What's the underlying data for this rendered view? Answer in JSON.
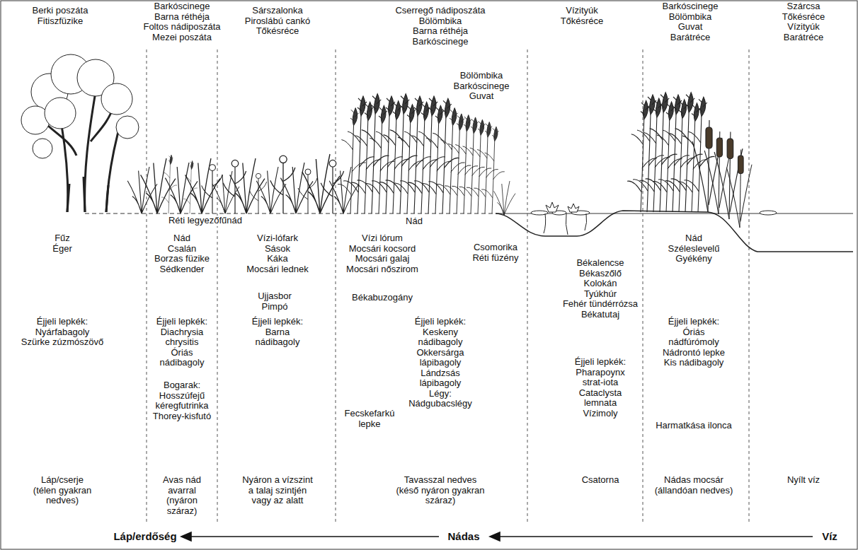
{
  "diagram": {
    "labels": [
      "Berki poszáta",
      "Fitiszfüzike",
      "Barkóscinege",
      "Barna réthéja",
      "Foltos nádiposzáta",
      "Mezei poszáta",
      "Sárszalonka",
      "Piroslábú cankó",
      "Tőkésréce",
      "Cserregő nádiposzáta",
      "Bölömbika",
      "Barna réthéja",
      "Barkóscinege",
      "Bölömbika",
      "Barkóscinege",
      "Guvat",
      "Vízityúk",
      "Tőkésréce",
      "Barkóscinege",
      "Bölömbika",
      "Guvat",
      "Barátréce",
      "Szárcsa",
      "Tőkésréce",
      "Vízityúk",
      "Barátréce",
      "Réti legyezőfűnád",
      "Nád",
      "Fűz",
      "Éger",
      "Nád",
      "Csalán",
      "Borzas füzike",
      "Sédkender",
      "Vízi-lófark",
      "Sások",
      "Káka",
      "Mocsári lednek",
      "Ujjasbor",
      "Pimpó",
      "Vízi lórum",
      "Mocsári kocsord",
      "Mocsári galaj",
      "Mocsári nőszirom",
      "Békabuzogány",
      "Csomorika",
      "Réti füzény",
      "Békalencse",
      "Békaszőlő",
      "Kolokán",
      "Tyúkhúr",
      "Fehér tündérrózsa",
      "Békatutaj",
      "Nád",
      "Széleslevelű Gyékény",
      "Éjjeli lepkék:",
      "Nyárfabagoly",
      "Szürke zúzmószövő",
      "Éjjeli lepkék:",
      "Diachrysia chrysitis",
      "Óriás nádibagoly",
      "Bogarak:",
      "Hosszúfejű kéregfutrinka",
      "Thorey-kisfutó",
      "Éjjeli lepkék:",
      "Barna nádibagoly",
      "Éjjeli lepkék:",
      "Keskeny nádibagoly",
      "Okkersárga lápibagoly",
      "Lándzsás lápibagoly",
      "Légy:",
      "Nádgubacslégy",
      "Fecskefarkú lepke",
      "Éjjeli lepkék:",
      "Pharapoynx strat-iota",
      "Cataclysta lemnata",
      "Vízimoly",
      "Éjjeli lepkék:",
      "Óriás nádfúrómoly",
      "Nádrontó lepke",
      "Kis nádibagoly",
      "Harmatkása ilonca",
      "Láp/cserje",
      "(télen gyakran nedves)",
      "Avas nád avarral",
      "(nyáron száraz)",
      "Nyáron a vízszint a talaj szintjén vagy az alatt",
      "Tavasszal nedves",
      "(késő nyáron gyakran száraz)",
      "Csatorna",
      "Nádas mocsár",
      "(állandóan nedves)",
      "Nyílt víz",
      "Láp/erdőség",
      "Nádas",
      "Víz"
    ]
  }
}
